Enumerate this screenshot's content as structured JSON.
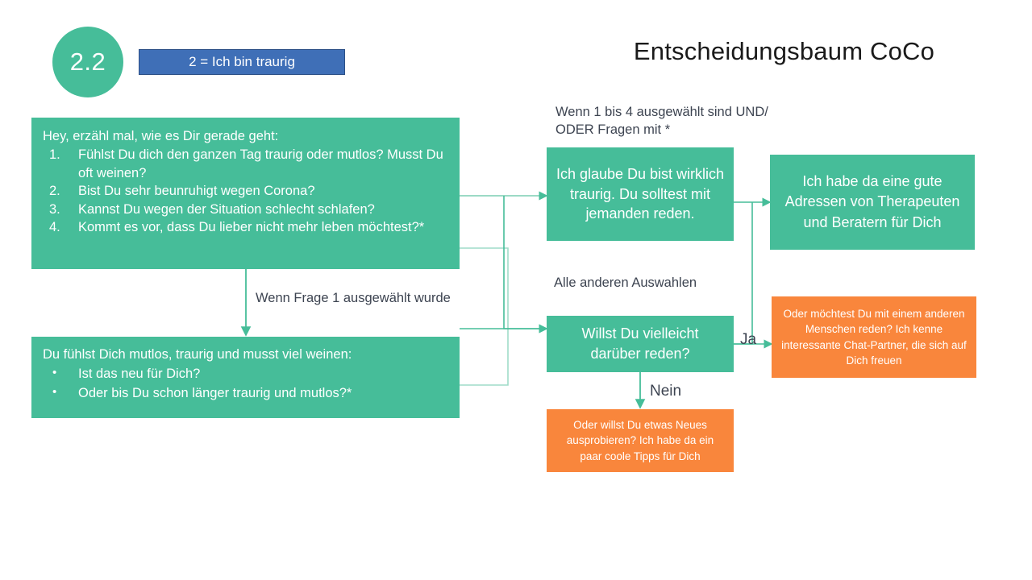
{
  "header": {
    "step_number": "2.2",
    "mood_banner": "2 = Ich bin traurig",
    "title": "Entscheidungsbaum CoCo"
  },
  "colors": {
    "green": "#46bd99",
    "orange": "#f9863c",
    "blue": "#3f6fb7",
    "blue_border": "#2c4f86",
    "text_dark": "#3d4451",
    "connector": "#46bd99",
    "connector_light": "#9fdcc8"
  },
  "nodes": {
    "questions": {
      "lead": "Hey, erzähl mal, wie es Dir gerade geht:",
      "items": [
        {
          "num": "1.",
          "text": "Fühlst Du dich den ganzen Tag traurig oder mutlos? Musst Du oft weinen?"
        },
        {
          "num": "2.",
          "text": "Bist Du sehr beunruhigt wegen Corona?"
        },
        {
          "num": "3.",
          "text": "Kannst Du wegen der Situation schlecht schlafen?"
        },
        {
          "num": "4.",
          "text": "Kommt es vor, dass Du lieber nicht mehr leben möchtest?*"
        }
      ]
    },
    "followup": {
      "lead": "Du fühlst Dich mutlos, traurig und musst viel weinen:",
      "items": [
        {
          "bullet": "•",
          "text": "Ist das neu für Dich?"
        },
        {
          "bullet": "•",
          "text": "Oder bis Du schon länger traurig und mutlos?*"
        }
      ]
    },
    "believe_sad": "Ich glaube Du bist wirklich traurig. Du solltest mit jemanden reden.",
    "therapists": "Ich habe da eine gute Adressen von Therapeuten und Beratern für Dich",
    "talk_about_it": "Willst Du vielleicht darüber reden?",
    "chat_partner": "Oder möchtest Du mit einem anderen Menschen reden? Ich kenne interessante Chat-Partner, die sich auf Dich freuen",
    "new_things": "Oder willst Du etwas Neues ausprobieren? Ich habe da ein paar coole Tipps für Dich"
  },
  "annotations": {
    "condition_1_to_4": "Wenn 1 bis 4 ausgewählt sind UND/ ODER Fragen mit *",
    "condition_frage_1": "Wenn Frage 1 ausgewählt wurde",
    "all_other_choices": "Alle anderen Auswahlen",
    "yes": "Ja",
    "no": "Nein"
  }
}
